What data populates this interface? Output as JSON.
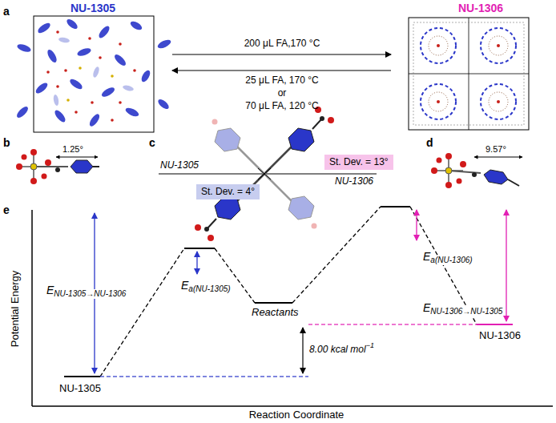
{
  "diagram": {
    "nodes": [
      {
        "text": [
          "St. Dev. = 4°"
        ]
      },
      {
        "text": [
          "St. Dev. = 13°"
        ]
      }
    ],
    "edges": [],
    "labels": [
      "NU-1305",
      "NU-1306",
      "a",
      "200 μL FA,170 °C",
      "25 μL FA, 170 °C",
      "or",
      "70 μL FA, 120 °C",
      "b",
      "1.25°",
      "c",
      "NU-1305",
      "NU-1306",
      "d",
      "9.57°",
      "e",
      "E",
      "NU-1305→NU-1306",
      "E",
      "a(NU-1305)",
      "Reactants",
      "E",
      "a(NU-1306)",
      "E",
      "NU-1306→NU-1305",
      "8.00 kcal mol",
      "−1",
      "NU-1305",
      "NU-1306",
      "Potential Energy",
      "Reaction Coordinate"
    ]
  }
}
